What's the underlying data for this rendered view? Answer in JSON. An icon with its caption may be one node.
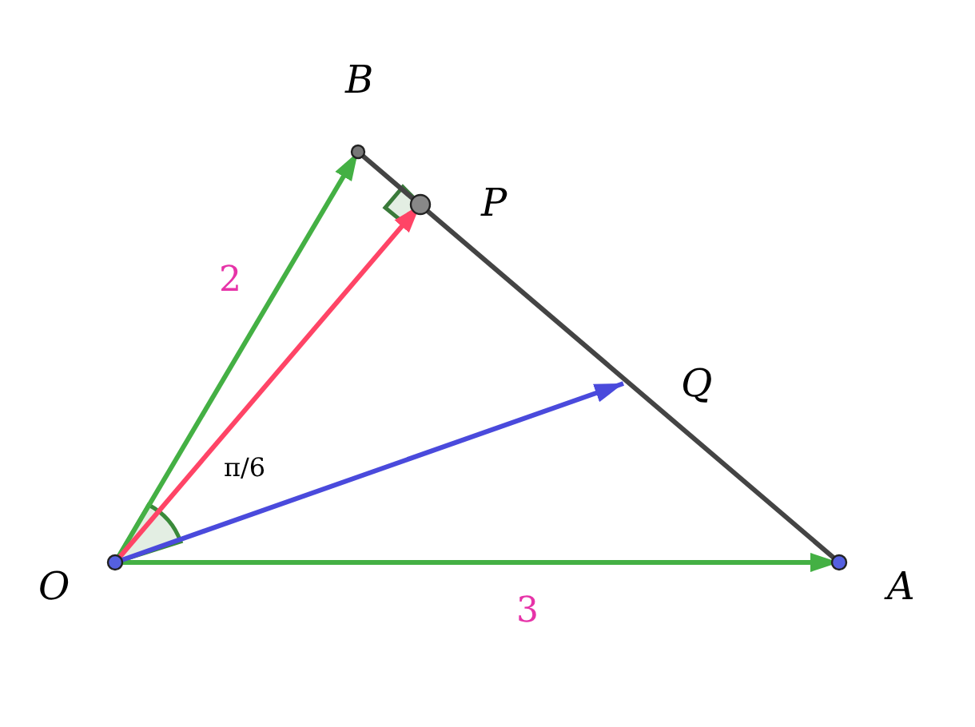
{
  "diagram": {
    "nodes": [
      {
        "text": [
          "O"
        ]
      },
      {
        "text": [
          "A"
        ]
      },
      {
        "text": [
          "B"
        ]
      },
      {
        "text": [
          "P"
        ]
      },
      {
        "text": [
          "Q"
        ]
      }
    ],
    "edges": [
      {
        "from": 0,
        "to": 1,
        "arrow": "to",
        "label": "3"
      },
      {
        "from": 0,
        "to": 2,
        "arrow": "to",
        "label": "2"
      },
      {
        "from": 0,
        "to": 3,
        "arrow": "to",
        "color": "#ff4466"
      },
      {
        "from": 0,
        "to": 4,
        "arrow": "to",
        "color": "#4a4adc"
      },
      {
        "from": 2,
        "to": 1,
        "arrow": "none",
        "color": "#444444"
      }
    ],
    "labels": [
      "π/6"
    ]
  }
}
